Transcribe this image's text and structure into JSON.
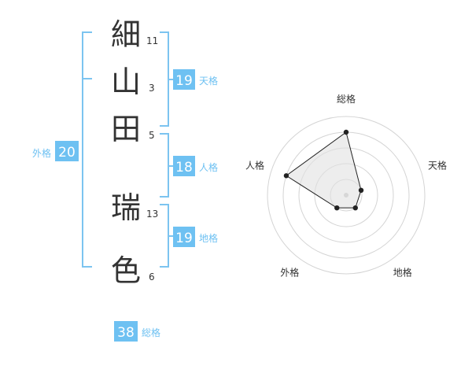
{
  "name_chars": [
    {
      "char": "細",
      "strokes": "11"
    },
    {
      "char": "山",
      "strokes": "3"
    },
    {
      "char": "田",
      "strokes": "5"
    },
    {
      "char": "瑞",
      "strokes": "13"
    },
    {
      "char": "色",
      "strokes": "6"
    }
  ],
  "kakusu": {
    "tenkaku": {
      "value": "19",
      "label": "天格"
    },
    "jinkaku": {
      "value": "18",
      "label": "人格"
    },
    "chikaku": {
      "value": "19",
      "label": "地格"
    },
    "gaikaku": {
      "value": "20",
      "label": "外格"
    },
    "soukaku": {
      "value": "38",
      "label": "総格"
    }
  },
  "chart_data": {
    "type": "radar",
    "axes": [
      "総格",
      "天格",
      "地格",
      "外格",
      "人格"
    ],
    "values": [
      4,
      1,
      1,
      1,
      4
    ],
    "range": [
      0,
      5
    ],
    "rings": 5
  },
  "colors": {
    "bracket": "#7cc4f0",
    "badge_bg": "#6ec1f2",
    "badge_text": "#ffffff",
    "label": "#6ec1f2",
    "char": "#333333",
    "ring": "#d4d4d4",
    "poly_fill": "#efefef",
    "poly_stroke": "#222222"
  }
}
